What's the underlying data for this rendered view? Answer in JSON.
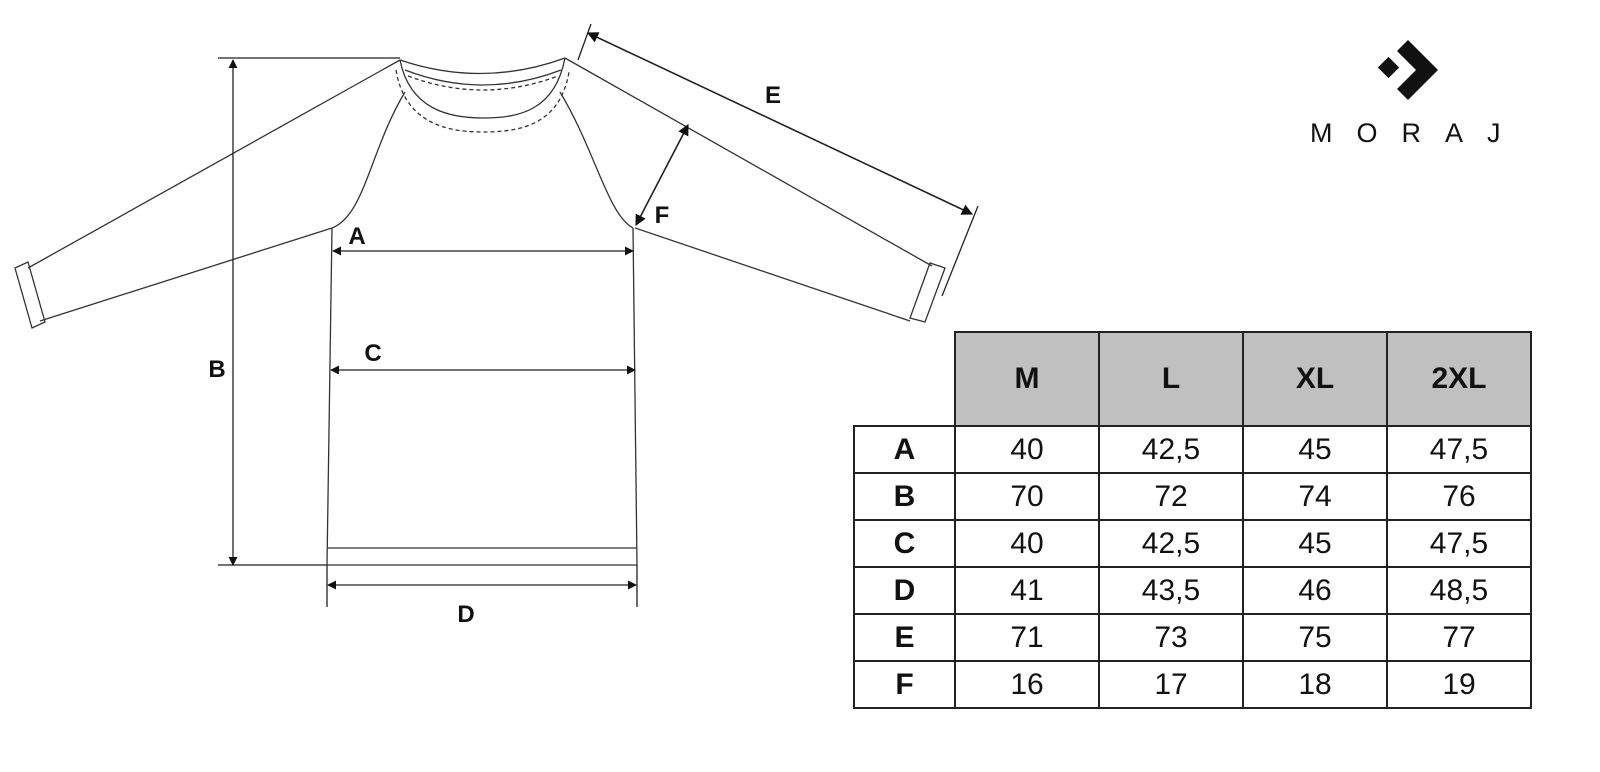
{
  "brand": {
    "name": "MORAJ"
  },
  "diagram": {
    "labels": {
      "A": "A",
      "B": "B",
      "C": "C",
      "D": "D",
      "E": "E",
      "F": "F"
    }
  },
  "size_table": {
    "columns": [
      "M",
      "L",
      "XL",
      "2XL"
    ],
    "rows": [
      {
        "label": "A",
        "values": [
          "40",
          "42,5",
          "45",
          "47,5"
        ]
      },
      {
        "label": "B",
        "values": [
          "70",
          "72",
          "74",
          "76"
        ]
      },
      {
        "label": "C",
        "values": [
          "40",
          "42,5",
          "45",
          "47,5"
        ]
      },
      {
        "label": "D",
        "values": [
          "41",
          "43,5",
          "46",
          "48,5"
        ]
      },
      {
        "label": "E",
        "values": [
          "71",
          "73",
          "75",
          "77"
        ]
      },
      {
        "label": "F",
        "values": [
          "16",
          "17",
          "18",
          "19"
        ]
      }
    ]
  },
  "colors": {
    "header_bg": "#c0c0c0",
    "line": "#222222"
  }
}
